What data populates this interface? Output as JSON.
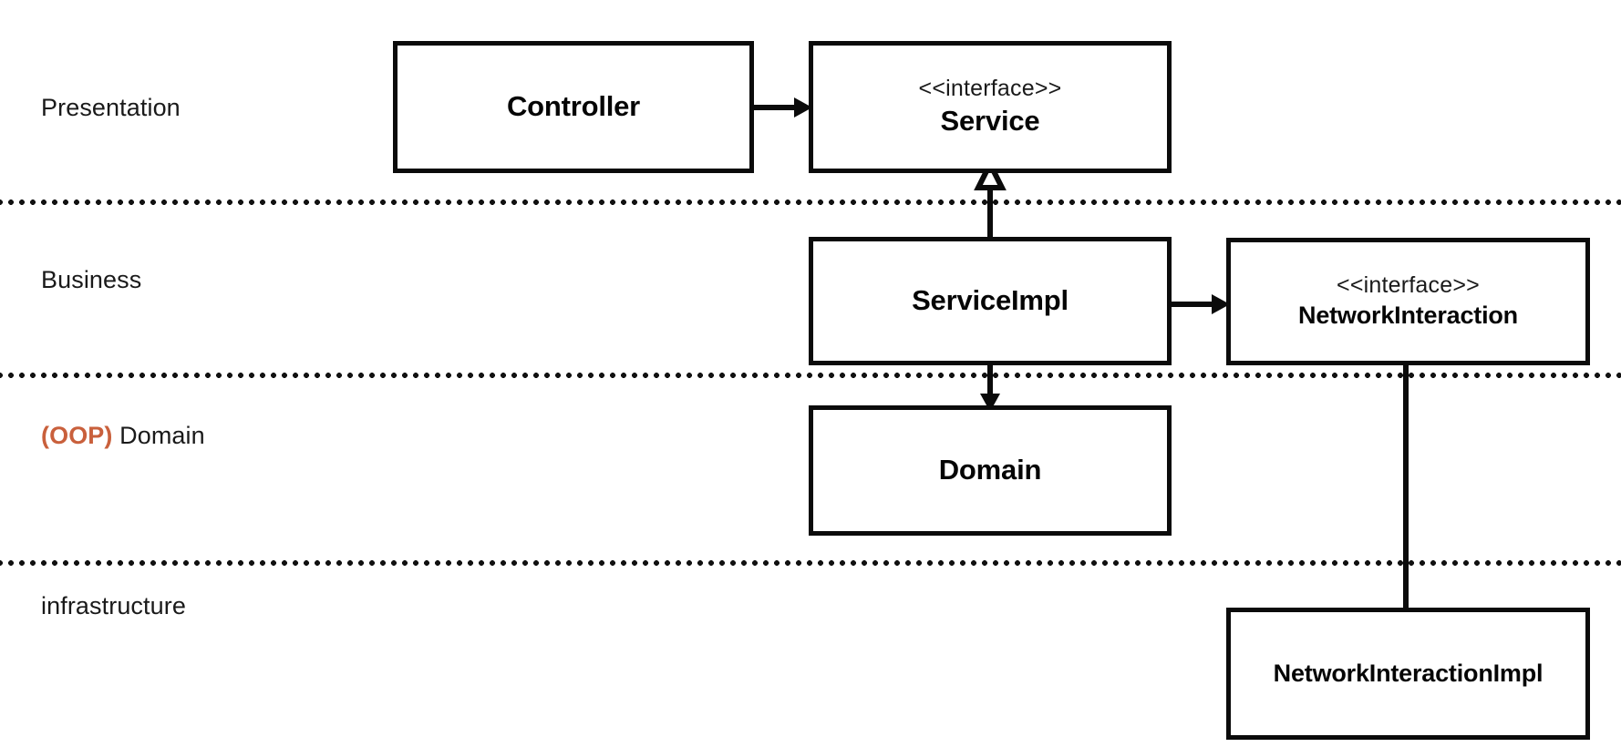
{
  "diagram": {
    "title": "Layered architecture UML diagram",
    "background_color": "#ffffff",
    "line_color": "#0b0b0b",
    "accent_color": "#c9603c",
    "stereotype_text": "<<interface>>"
  },
  "layers": [
    {
      "id": "presentation",
      "label": "Presentation",
      "accent": "",
      "rest": "Presentation"
    },
    {
      "id": "business",
      "label": "Business",
      "accent": "",
      "rest": "Business"
    },
    {
      "id": "domain",
      "label": "(OOP) Domain",
      "accent": "(OOP)",
      "rest": " Domain"
    },
    {
      "id": "infrastructure",
      "label": "infrastructure",
      "accent": "",
      "rest": "infrastructure"
    }
  ],
  "nodes": [
    {
      "id": "controller",
      "stereotype": "",
      "name": "Controller",
      "layer": "presentation"
    },
    {
      "id": "service",
      "stereotype": "<<interface>>",
      "name": "Service",
      "layer": "presentation"
    },
    {
      "id": "service-impl",
      "stereotype": "",
      "name": "ServiceImpl",
      "layer": "business"
    },
    {
      "id": "network-interaction",
      "stereotype": "<<interface>>",
      "name": "NetworkInteraction",
      "layer": "business"
    },
    {
      "id": "domain",
      "stereotype": "",
      "name": "Domain",
      "layer": "domain"
    },
    {
      "id": "network-interaction-impl",
      "stereotype": "",
      "name": "NetworkInteractionImpl",
      "layer": "infrastructure"
    }
  ],
  "connectors": [
    {
      "id": "controller-to-service",
      "from": "controller",
      "to": "service",
      "kind": "dependency",
      "arrowhead": "filled"
    },
    {
      "id": "serviceimpl-realizes-service",
      "from": "service-impl",
      "to": "service",
      "kind": "realization",
      "arrowhead": "hollow-triangle"
    },
    {
      "id": "serviceimpl-to-domain",
      "from": "service-impl",
      "to": "domain",
      "kind": "dependency",
      "arrowhead": "filled"
    },
    {
      "id": "serviceimpl-to-networkinteraction",
      "from": "service-impl",
      "to": "network-interaction",
      "kind": "dependency",
      "arrowhead": "filled"
    },
    {
      "id": "networkinteractionimpl-realizes-network",
      "from": "network-interaction-impl",
      "to": "network-interaction",
      "kind": "realization",
      "arrowhead": "hollow-triangle"
    }
  ]
}
